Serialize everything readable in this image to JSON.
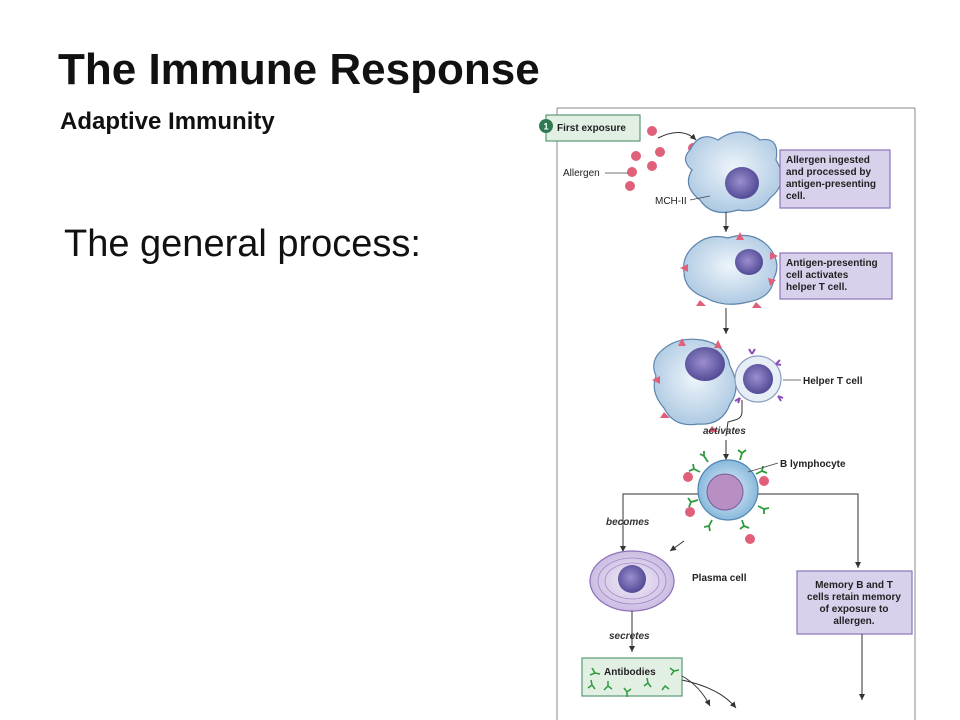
{
  "slide": {
    "title": "The Immune Response",
    "subtitle": "Adaptive Immunity",
    "body": "The general process:"
  },
  "diagram": {
    "step_number": "1",
    "step_title": "First exposure",
    "labels": {
      "allergen": "Allergen",
      "mch": "MCH-II",
      "helper_t": "Helper T cell",
      "activates": "activates",
      "b_lymphocyte": "B lymphocyte",
      "becomes": "becomes",
      "plasma_cell": "Plasma cell",
      "secretes": "secretes",
      "antibodies": "Antibodies"
    },
    "boxes": {
      "box1": [
        "Allergen ingested",
        "and processed by",
        "antigen-presenting",
        "cell."
      ],
      "box2": [
        "Antigen-presenting",
        "cell activates",
        "helper T cell."
      ],
      "box3": [
        "Memory B and T",
        "cells retain memory",
        "of exposure to",
        "allergen."
      ]
    },
    "colors": {
      "note_fill": "#d9d0ec",
      "note_stroke": "#8a75b8",
      "step_fill": "#e2f0e4",
      "step_stroke": "#5a9a75",
      "cell_fill": "#cfe0ef",
      "nucleus": "#6c6aa8",
      "allergen": "#e0607a",
      "antibody": "#2e9a3e"
    }
  }
}
